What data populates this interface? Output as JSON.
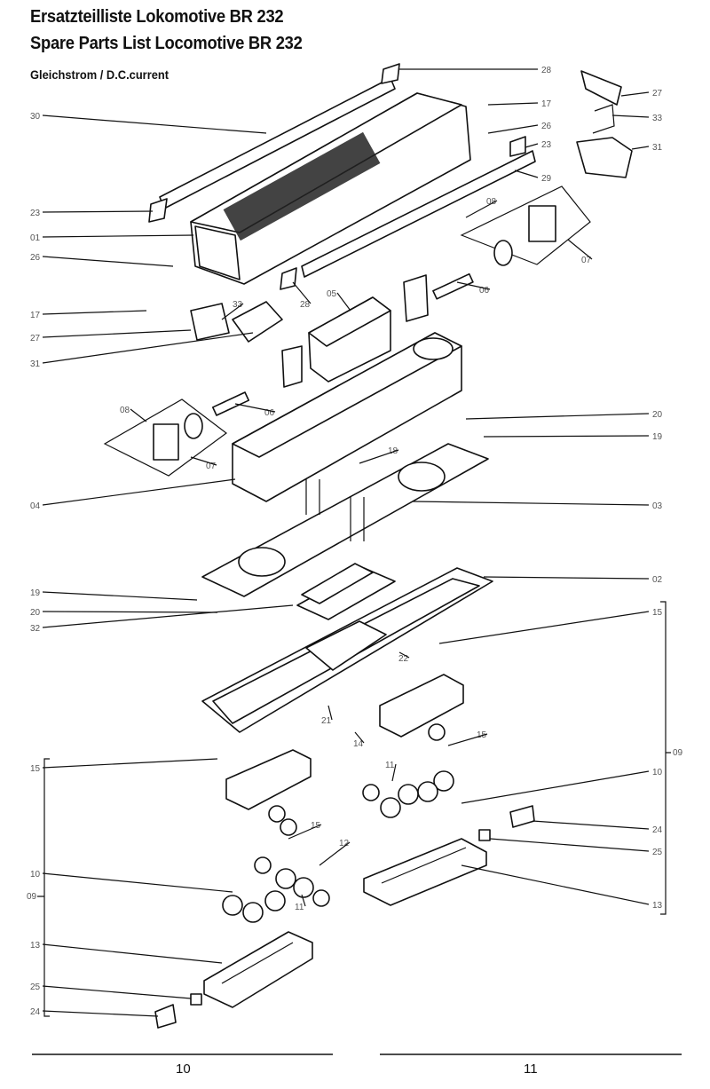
{
  "title_de": "Ersatzteilliste Lokomotive BR 232",
  "title_en": "Spare Parts List Locomotive BR 232",
  "subtitle": "Gleichstrom / D.C.current",
  "part_labels": [
    "30",
    "23",
    "01",
    "26",
    "17",
    "27",
    "31",
    "08",
    "07",
    "06",
    "05",
    "04",
    "19",
    "20",
    "32",
    "15",
    "10",
    "13",
    "25",
    "24",
    "09",
    "28",
    "27",
    "33",
    "17",
    "26",
    "23",
    "31",
    "29",
    "08",
    "07",
    "06",
    "33",
    "28",
    "18",
    "20",
    "19",
    "03",
    "02",
    "15",
    "22",
    "21",
    "14",
    "15",
    "11",
    "10",
    "09",
    "24",
    "25",
    "12",
    "15",
    "11",
    "13"
  ],
  "page_left": "10",
  "page_right": "11"
}
